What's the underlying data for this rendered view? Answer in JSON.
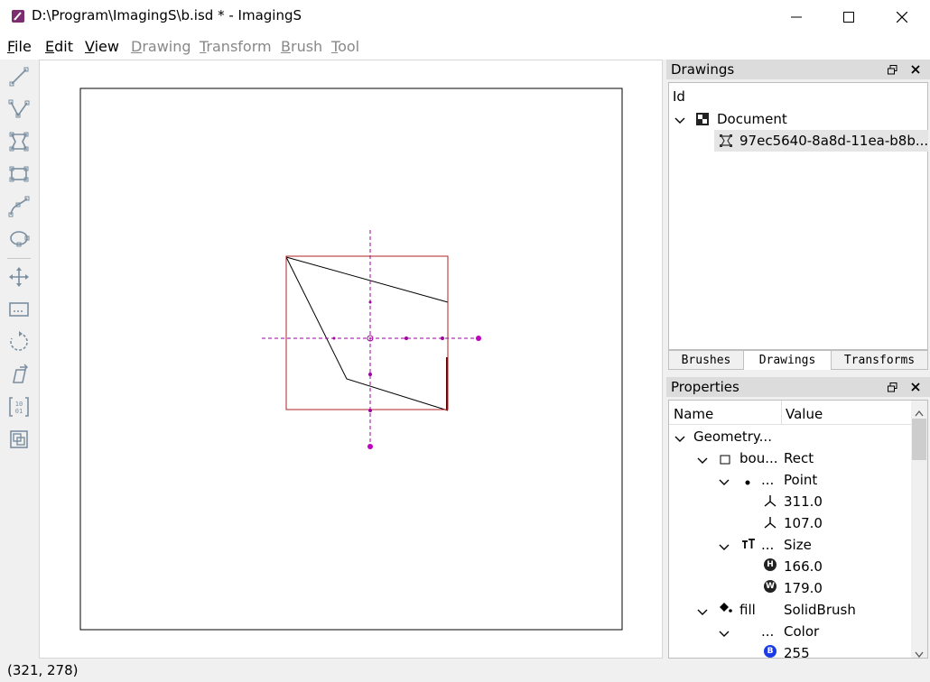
{
  "window": {
    "title": "D:\\Program\\ImagingS\\b.isd * - ImagingS"
  },
  "menu": {
    "items": [
      {
        "acc": "F",
        "rest": "ile",
        "enabled": true
      },
      {
        "acc": "E",
        "rest": "dit",
        "enabled": true
      },
      {
        "acc": "V",
        "rest": "iew",
        "enabled": true
      },
      {
        "acc": "D",
        "rest": "rawing",
        "enabled": false
      },
      {
        "acc": "T",
        "rest": "ransform",
        "enabled": false
      },
      {
        "acc": "B",
        "rest": "rush",
        "enabled": false
      },
      {
        "acc": "T",
        "rest": "ool",
        "enabled": false
      }
    ]
  },
  "toolbar": {
    "tools": [
      "line-tool-icon",
      "polyline-tool-icon",
      "polygon-tool-icon",
      "rectangle-tool-icon",
      "curve-tool-icon",
      "ellipse-tool-icon",
      "move-tool-icon",
      "clip-tool-icon",
      "rotate-tool-icon",
      "skew-tool-icon",
      "matrix-tool-icon",
      "crop-tool-icon"
    ]
  },
  "drawings_panel": {
    "title": "Drawings",
    "column": "Id",
    "root": "Document",
    "child": "97ec5640-8a8d-11ea-b8b..."
  },
  "tabs": {
    "items": [
      "Brushes",
      "Drawings",
      "Transforms"
    ],
    "active": 1
  },
  "properties_panel": {
    "title": "Properties",
    "col_name": "Name",
    "col_value": "Value",
    "rows": [
      {
        "name": "Geometry...",
        "value": ""
      },
      {
        "name": "bou...",
        "value": "Rect"
      },
      {
        "name": "...",
        "value": "Point"
      },
      {
        "name": "",
        "value": "311.0"
      },
      {
        "name": "",
        "value": "107.0"
      },
      {
        "name": "...",
        "value": "Size"
      },
      {
        "name": "",
        "value": "166.0"
      },
      {
        "name": "",
        "value": "179.0"
      },
      {
        "name": "fill",
        "value": "SolidBrush"
      },
      {
        "name": "...",
        "value": "Color"
      },
      {
        "name": "",
        "value": "255"
      }
    ],
    "badges": {
      "height": "H",
      "width": "W",
      "blue": "B"
    }
  },
  "status": {
    "coords": "(321, 278)"
  },
  "colors": {
    "bounding_rect": "#b22222",
    "control_lines": "#a000a0",
    "blue_badge": "#1a3be6"
  }
}
